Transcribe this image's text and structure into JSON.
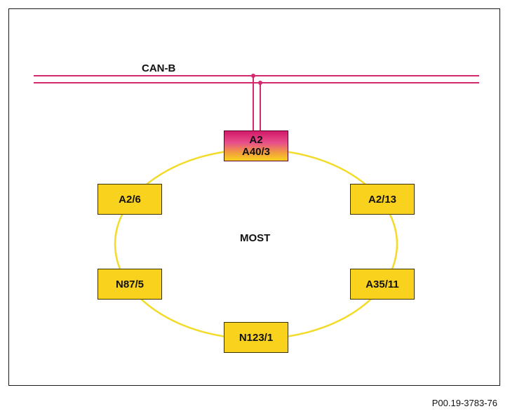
{
  "diagram": {
    "bus": {
      "label": "CAN-B",
      "color": "#d4286f"
    },
    "ring": {
      "label": "MOST",
      "color": "#f3db2a"
    },
    "nodes": {
      "gateway": {
        "line1": "A2",
        "line2": "A40/3"
      },
      "top_left": {
        "label": "A2/6"
      },
      "top_right": {
        "label": "A2/13"
      },
      "bottom_left": {
        "label": "N87/5"
      },
      "bottom_right": {
        "label": "A35/11"
      },
      "bottom": {
        "label": "N123/1"
      }
    },
    "node_color": "#f9d21e"
  },
  "figure_ref": "P00.19-3783-76"
}
